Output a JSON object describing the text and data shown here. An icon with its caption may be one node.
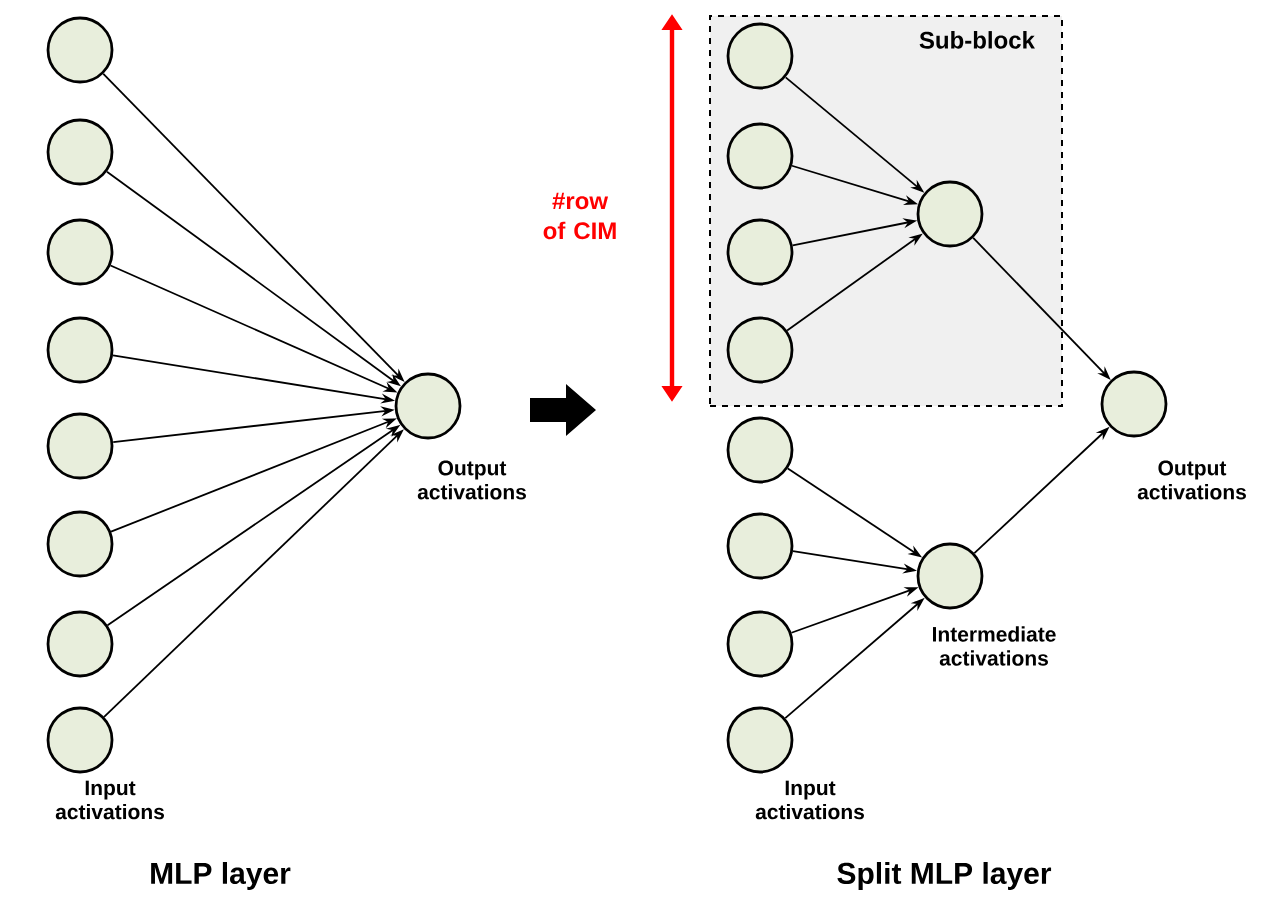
{
  "diagram": {
    "nodes": [
      {
        "text": [],
        "shape": "circle"
      },
      {
        "text": [],
        "shape": "circle"
      },
      {
        "text": [],
        "shape": "circle"
      },
      {
        "text": [],
        "shape": "circle"
      },
      {
        "text": [],
        "shape": "circle"
      },
      {
        "text": [],
        "shape": "circle"
      },
      {
        "text": [],
        "shape": "circle"
      },
      {
        "text": [],
        "shape": "circle",
        "beside": [
          "Input activations"
        ]
      },
      {
        "text": [],
        "shape": "circle",
        "beside": [
          "Output activations"
        ]
      },
      {
        "text": [
          "Sub-block"
        ]
      },
      {
        "text": [],
        "shape": "circle",
        "in": 9
      },
      {
        "text": [],
        "shape": "circle",
        "in": 9
      },
      {
        "text": [],
        "shape": "circle",
        "in": 9
      },
      {
        "text": [],
        "shape": "circle",
        "in": 9
      },
      {
        "text": [],
        "shape": "circle",
        "in": 9
      },
      {
        "text": [],
        "shape": "circle"
      },
      {
        "text": [],
        "shape": "circle"
      },
      {
        "text": [],
        "shape": "circle"
      },
      {
        "text": [],
        "shape": "circle",
        "beside": [
          "Input activations"
        ]
      },
      {
        "text": [],
        "shape": "circle",
        "beside": [
          "Intermediate activations"
        ]
      },
      {
        "text": [],
        "shape": "circle",
        "beside": [
          "Output activations"
        ]
      }
    ],
    "edges": [
      {
        "from": 0,
        "to": 8,
        "arrow": "to"
      },
      {
        "from": 1,
        "to": 8,
        "arrow": "to"
      },
      {
        "from": 2,
        "to": 8,
        "arrow": "to"
      },
      {
        "from": 3,
        "to": 8,
        "arrow": "to"
      },
      {
        "from": 4,
        "to": 8,
        "arrow": "to"
      },
      {
        "from": 5,
        "to": 8,
        "arrow": "to"
      },
      {
        "from": 6,
        "to": 8,
        "arrow": "to"
      },
      {
        "from": 7,
        "to": 8,
        "arrow": "to"
      },
      {
        "from": 10,
        "to": 14,
        "arrow": "to"
      },
      {
        "from": 11,
        "to": 14,
        "arrow": "to"
      },
      {
        "from": 12,
        "to": 14,
        "arrow": "to"
      },
      {
        "from": 13,
        "to": 14,
        "arrow": "to"
      },
      {
        "from": 15,
        "to": 19,
        "arrow": "to"
      },
      {
        "from": 16,
        "to": 19,
        "arrow": "to"
      },
      {
        "from": 17,
        "to": 19,
        "arrow": "to"
      },
      {
        "from": 18,
        "to": 19,
        "arrow": "to"
      },
      {
        "from": 14,
        "to": 20,
        "arrow": "to"
      },
      {
        "from": 19,
        "to": 20,
        "arrow": "to"
      }
    ],
    "labels": [
      "#row of CIM",
      "MLP layer",
      "Split MLP layer"
    ]
  }
}
